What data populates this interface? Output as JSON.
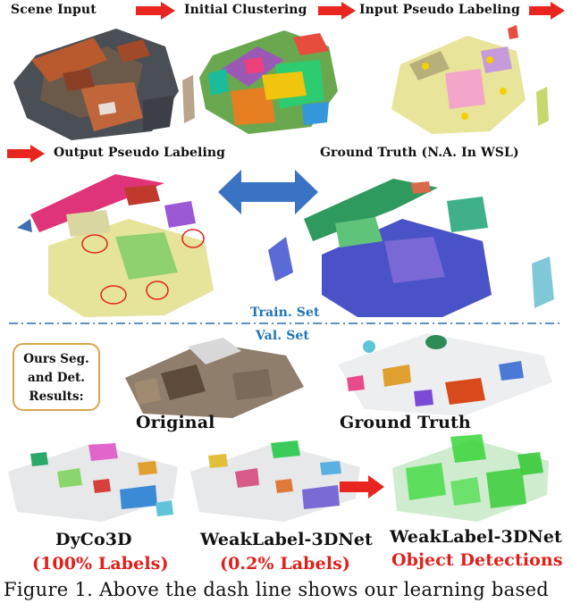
{
  "top_labels": {
    "scene_input": "Scene Input",
    "initial_clustering": "Initial Clustering",
    "input_pseudo_labeling": "Input Pseudo Labeling",
    "output_pseudo_labeling": "Output Pseudo Labeling",
    "ground_truth_wsl": "Ground Truth (N.A. In WSL)"
  },
  "split": {
    "train": "Train. Set",
    "val": "Val. Set"
  },
  "results_box": {
    "line1": "Ours Seg.",
    "line2": "and Det.",
    "line3": "Results:"
  },
  "bottom_labels": {
    "original": "Original",
    "ground_truth": "Ground Truth",
    "dyco3d": "DyCo3D",
    "dyco3d_sub": "(100% Labels)",
    "weaklabel_seg": "WeakLabel-3DNet",
    "weaklabel_seg_sub": "(0.2% Labels)",
    "weaklabel_det": "WeakLabel-3DNet",
    "weaklabel_det_sub": "Object Detections"
  },
  "caption": "Figure 1. Above the dash line shows our learning based",
  "colors": {
    "arrow_red": "#e8251e",
    "arrow_blue": "#3a72c4",
    "dash_line": "#2a6db0",
    "box_border": "#d8a64a",
    "red_text": "#e0201b",
    "blue_text": "#1f74b8"
  }
}
